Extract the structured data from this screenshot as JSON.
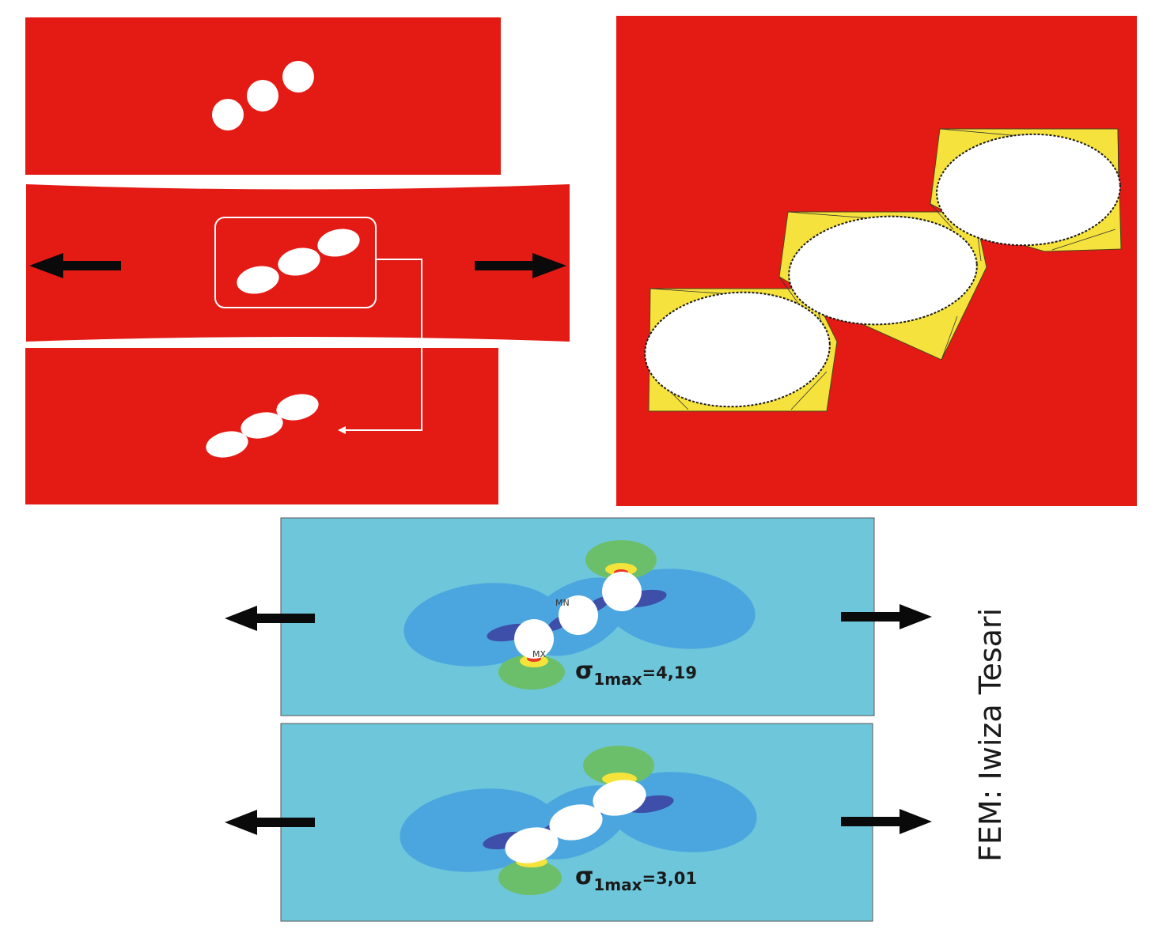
{
  "colors": {
    "plate_red": "#e41a15",
    "ellipse_white": "#ffffff",
    "frame_yellow": "#f6e23c",
    "arrow_black": "#0a0a0a",
    "fem_base": "#6ec6db",
    "fem_light_blue": "#4ba6df",
    "fem_dark_blue": "#3d4fa8",
    "fem_green": "#6cbf6a",
    "fem_yellow": "#f3e33a",
    "fem_red": "#e8392a"
  },
  "fem_panels": [
    {
      "id": "circular-holes",
      "sigma_symbol": "σ",
      "sigma_subscript": "1max",
      "sigma_value": "=4,19",
      "markers": [
        "MN",
        "MX"
      ]
    },
    {
      "id": "elliptical-holes",
      "sigma_symbol": "σ",
      "sigma_subscript": "1max",
      "sigma_value": "=3,01",
      "markers": []
    }
  ],
  "credit": "FEM:  Iwiza Tesari"
}
